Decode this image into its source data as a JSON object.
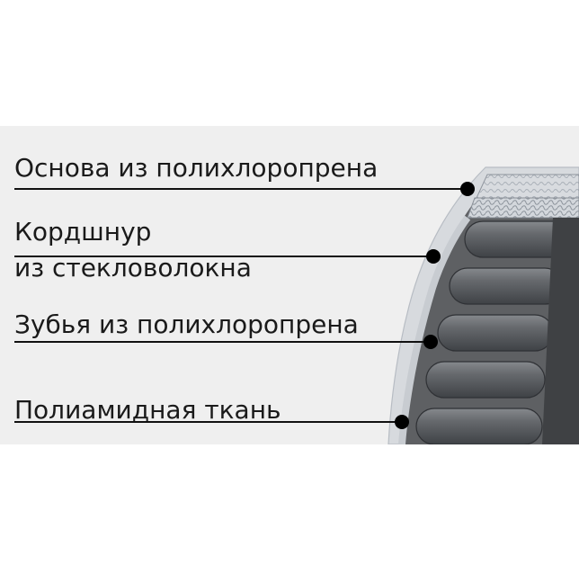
{
  "labels": {
    "base": "Основа из полихлоропрена",
    "cord_line1": "Кордшнур",
    "cord_line2": "из стекловолокна",
    "teeth": "Зубья из полихлоропрена",
    "fabric": "Полиамидная ткань"
  },
  "colors": {
    "background": "#efefef",
    "belt_body": "#5e6063",
    "belt_body_dark": "#3f4144",
    "fabric_layer": "#d7dade",
    "cord_layer": "#cfd3d8",
    "leader_line": "#111111",
    "marker": "#000000"
  },
  "icons": {
    "marker": "dot-marker-icon"
  }
}
